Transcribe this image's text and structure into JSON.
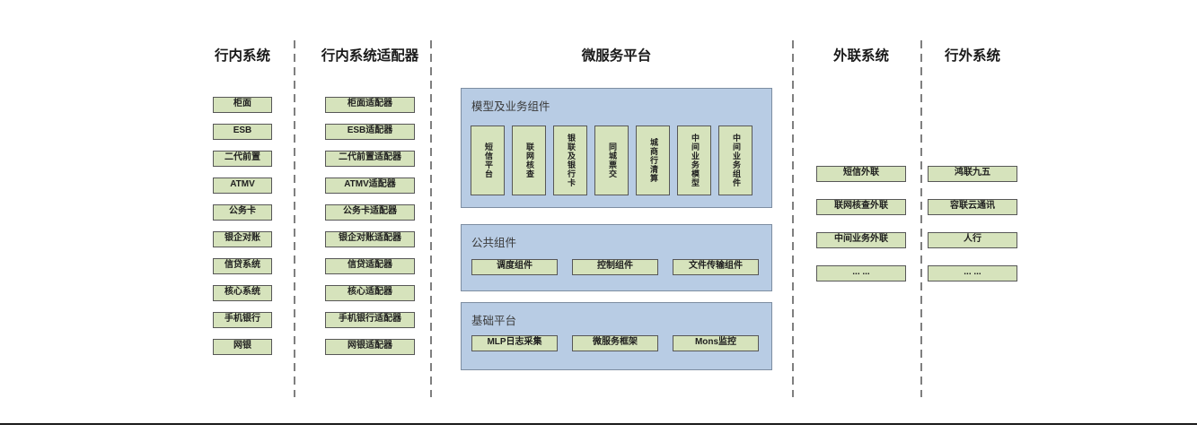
{
  "diagram": {
    "columns": [
      {
        "title": "行内系统",
        "items": [
          "柜面",
          "ESB",
          "二代前置",
          "ATMV",
          "公务卡",
          "银企对账",
          "信贷系统",
          "核心系统",
          "手机银行",
          "网银"
        ]
      },
      {
        "title": "行内系统适配器",
        "items": [
          "柜面适配器",
          "ESB适配器",
          "二代前置适配器",
          "ATMV适配器",
          "公务卡适配器",
          "银企对账适配器",
          "信贷适配器",
          "核心适配器",
          "手机银行适配器",
          "网银适配器"
        ]
      },
      {
        "title": "微服务平台",
        "panels": [
          {
            "label": "模型及业务组件",
            "orientation": "vertical",
            "items": [
              "短信平台",
              "联网核查",
              "银联及银行卡",
              "同城票交",
              "城商行清算",
              "中间业务模型",
              "中间业务组件"
            ]
          },
          {
            "label": "公共组件",
            "orientation": "horizontal",
            "items": [
              "调度组件",
              "控制组件",
              "文件传输组件"
            ]
          },
          {
            "label": "基础平台",
            "orientation": "horizontal",
            "items": [
              "MLP日志采集",
              "微服务框架",
              "Mons监控"
            ]
          }
        ]
      },
      {
        "title": "外联系统",
        "items": [
          "短信外联",
          "联网核查外联",
          "中间业务外联",
          "... ..."
        ]
      },
      {
        "title": "行外系统",
        "items": [
          "鸿联九五",
          "容联云通讯",
          "人行",
          "... ..."
        ]
      }
    ],
    "colors": {
      "box_fill": "#d6e3bc",
      "box_border": "#575757",
      "panel_fill": "#b8cce4",
      "panel_border": "#7d8da1",
      "separator": "#7f7f7f",
      "baseline": "#1a1a1a"
    }
  }
}
